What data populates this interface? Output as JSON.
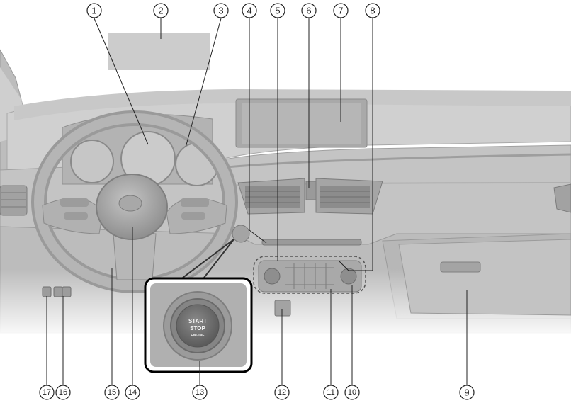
{
  "callouts": [
    {
      "id": "c1",
      "label": "1"
    },
    {
      "id": "c2",
      "label": "2"
    },
    {
      "id": "c3",
      "label": "3"
    },
    {
      "id": "c4",
      "label": "4"
    },
    {
      "id": "c5",
      "label": "5"
    },
    {
      "id": "c6",
      "label": "6"
    },
    {
      "id": "c7",
      "label": "7"
    },
    {
      "id": "c8",
      "label": "8"
    },
    {
      "id": "c9",
      "label": "9"
    },
    {
      "id": "c10",
      "label": "10"
    },
    {
      "id": "c11",
      "label": "11"
    },
    {
      "id": "c12",
      "label": "12"
    },
    {
      "id": "c13",
      "label": "13"
    },
    {
      "id": "c14",
      "label": "14"
    },
    {
      "id": "c15",
      "label": "15"
    },
    {
      "id": "c16",
      "label": "16"
    },
    {
      "id": "c17",
      "label": "17"
    }
  ],
  "start_button": {
    "line1": "START",
    "line2": "STOP",
    "line3": "ENGINE"
  }
}
